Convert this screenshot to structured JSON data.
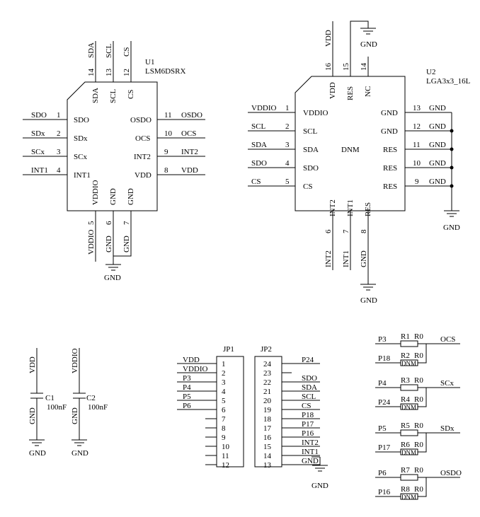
{
  "u1": {
    "ref": "U1",
    "part": "LSM6DSRX",
    "top_pins": [
      {
        "num": "14",
        "net": "SDA",
        "name": "SDA"
      },
      {
        "num": "13",
        "net": "SCL",
        "name": "SCL"
      },
      {
        "num": "12",
        "net": "CS",
        "name": "CS"
      }
    ],
    "left_pins": [
      {
        "num": "1",
        "net": "SDO",
        "name": "SDO"
      },
      {
        "num": "2",
        "net": "SDx",
        "name": "SDx"
      },
      {
        "num": "3",
        "net": "SCx",
        "name": "SCx"
      },
      {
        "num": "4",
        "net": "INT1",
        "name": "INT1"
      }
    ],
    "right_pins": [
      {
        "num": "11",
        "net": "OSDO",
        "name": "OSDO"
      },
      {
        "num": "10",
        "net": "OCS",
        "name": "OCS"
      },
      {
        "num": "9",
        "net": "INT2",
        "name": "INT2"
      },
      {
        "num": "8",
        "net": "VDD",
        "name": "VDD"
      }
    ],
    "bottom_pins": [
      {
        "num": "5",
        "net": "VDDIO",
        "name": "VDDIO"
      },
      {
        "num": "6",
        "net": "GND",
        "name": "GND"
      },
      {
        "num": "7",
        "net": "GND",
        "name": "GND"
      }
    ],
    "gnd_label": "GND"
  },
  "u2": {
    "ref": "U2",
    "part": "LGA3x3_16L",
    "center": "DNM",
    "top_pins": [
      {
        "num": "16",
        "net": "VDD",
        "name": "VDD"
      },
      {
        "num": "15",
        "net": "",
        "name": "RES"
      },
      {
        "num": "14",
        "net": "",
        "name": "NC"
      }
    ],
    "left_pins": [
      {
        "num": "1",
        "net": "VDDIO",
        "name": "VDDIO"
      },
      {
        "num": "2",
        "net": "SCL",
        "name": "SCL"
      },
      {
        "num": "3",
        "net": "SDA",
        "name": "SDA"
      },
      {
        "num": "4",
        "net": "SDO",
        "name": "SDO"
      },
      {
        "num": "5",
        "net": "CS",
        "name": "CS"
      }
    ],
    "right_pins": [
      {
        "num": "13",
        "net": "GND",
        "name": "GND"
      },
      {
        "num": "12",
        "net": "GND",
        "name": "GND"
      },
      {
        "num": "11",
        "net": "GND",
        "name": "RES"
      },
      {
        "num": "10",
        "net": "GND",
        "name": "RES"
      },
      {
        "num": "9",
        "net": "GND",
        "name": "RES"
      }
    ],
    "bottom_pins": [
      {
        "num": "6",
        "net": "INT2",
        "name": "INT2"
      },
      {
        "num": "7",
        "net": "INT1",
        "name": "INT1"
      },
      {
        "num": "8",
        "net": "GND",
        "name": "RES"
      }
    ],
    "gnd_label": "GND"
  },
  "caps": [
    {
      "ref": "C1",
      "value": "100nF",
      "top_net": "VDD",
      "bottom_net": "GND",
      "gnd_label": "GND"
    },
    {
      "ref": "C2",
      "value": "100nF",
      "top_net": "VDDIO",
      "bottom_net": "GND",
      "gnd_label": "GND"
    }
  ],
  "jp1": {
    "ref": "JP1",
    "pins": [
      {
        "num": "1",
        "net": "VDD"
      },
      {
        "num": "2",
        "net": "VDDIO"
      },
      {
        "num": "3",
        "net": "P3"
      },
      {
        "num": "4",
        "net": "P4"
      },
      {
        "num": "5",
        "net": "P5"
      },
      {
        "num": "6",
        "net": "P6"
      },
      {
        "num": "7",
        "net": ""
      },
      {
        "num": "8",
        "net": ""
      },
      {
        "num": "9",
        "net": ""
      },
      {
        "num": "10",
        "net": ""
      },
      {
        "num": "11",
        "net": ""
      },
      {
        "num": "12",
        "net": ""
      }
    ]
  },
  "jp2": {
    "ref": "JP2",
    "pins": [
      {
        "num": "24",
        "net": "P24"
      },
      {
        "num": "23",
        "net": ""
      },
      {
        "num": "22",
        "net": "SDO"
      },
      {
        "num": "21",
        "net": "SDA"
      },
      {
        "num": "20",
        "net": "SCL"
      },
      {
        "num": "19",
        "net": "CS"
      },
      {
        "num": "18",
        "net": "P18"
      },
      {
        "num": "17",
        "net": "P17"
      },
      {
        "num": "16",
        "net": "P16"
      },
      {
        "num": "15",
        "net": "INT2"
      },
      {
        "num": "14",
        "net": "INT1"
      },
      {
        "num": "13",
        "net": "GND"
      }
    ],
    "gnd_label": "GND"
  },
  "resistor_groups": [
    {
      "out_net": "OCS",
      "top": {
        "ref": "R1",
        "value": "R0",
        "net": "P3",
        "dnm": ""
      },
      "bottom": {
        "ref": "R2",
        "value": "R0",
        "net": "P18",
        "dnm": "DNM"
      }
    },
    {
      "out_net": "SCx",
      "top": {
        "ref": "R3",
        "value": "R0",
        "net": "P4",
        "dnm": ""
      },
      "bottom": {
        "ref": "R4",
        "value": "R0",
        "net": "P24",
        "dnm": "DNM"
      }
    },
    {
      "out_net": "SDx",
      "top": {
        "ref": "R5",
        "value": "R0",
        "net": "P5",
        "dnm": ""
      },
      "bottom": {
        "ref": "R6",
        "value": "R0",
        "net": "P17",
        "dnm": "DNM"
      }
    },
    {
      "out_net": "OSDO",
      "top": {
        "ref": "R7",
        "value": "R0",
        "net": "P6",
        "dnm": ""
      },
      "bottom": {
        "ref": "R8",
        "value": "R0",
        "net": "P16",
        "dnm": "DNM"
      }
    }
  ]
}
